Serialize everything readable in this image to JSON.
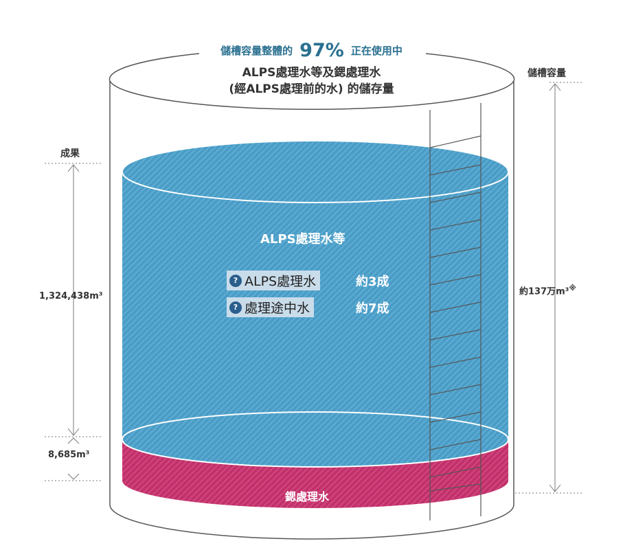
{
  "header": {
    "prefix": "儲槽容量整體的",
    "percent": "97%",
    "suffix": "正在使用中"
  },
  "subtitle": {
    "line1": "ALPS處理水等及鍶處理水",
    "line2": "(經ALPS處理前的水) 的儲存量"
  },
  "left": {
    "result_label": "成果",
    "alps_volume": "1,324,438m³",
    "sr_volume": "8,685m³"
  },
  "right": {
    "capacity_label": "儲槽容量",
    "capacity_value": "約137万m³",
    "note_mark": "※"
  },
  "tank": {
    "main_label": "ALPS處理水等",
    "sr_label": "鍶處理水",
    "items": [
      {
        "name": "ALPS處理水",
        "share": "約3成"
      },
      {
        "name": "處理途中水",
        "share": "約7成"
      }
    ],
    "colors": {
      "water": "#4a9cc6",
      "water_top": "#5aaad3",
      "sr": "#c2306a",
      "outline": "#555555",
      "accent": "#2a7090"
    }
  }
}
